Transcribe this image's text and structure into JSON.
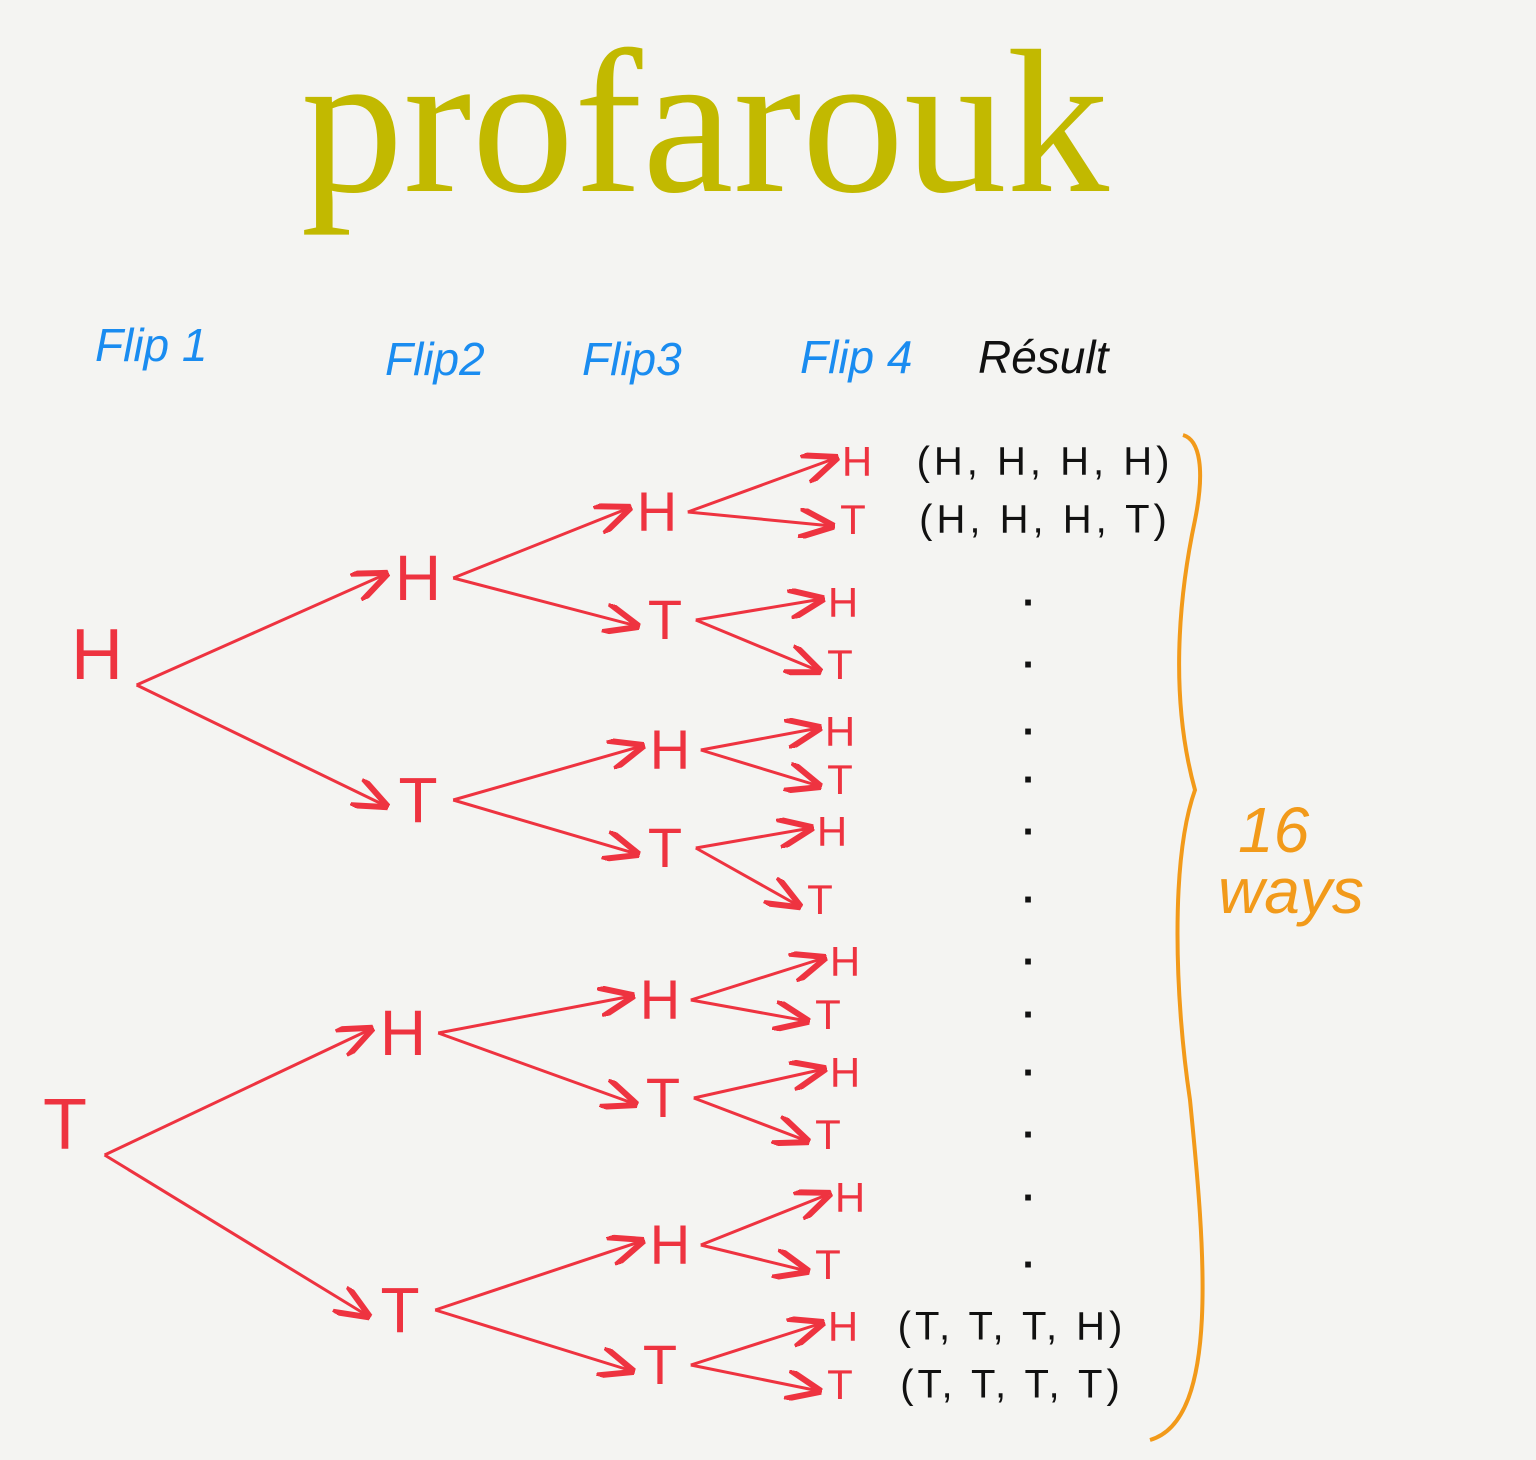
{
  "title": "profarouk",
  "headers": {
    "flip1": "Flip 1",
    "flip2": "Flip2",
    "flip3": "Flip3",
    "flip4": "Flip 4",
    "result": "Résult"
  },
  "tree": {
    "flip1": [
      "H",
      "T"
    ],
    "flip2": [
      "H",
      "T",
      "H",
      "T"
    ],
    "flip3": [
      "H",
      "T",
      "H",
      "T",
      "H",
      "T",
      "H",
      "T"
    ],
    "flip4": [
      "H",
      "T",
      "H",
      "T",
      "H",
      "T",
      "H",
      "T",
      "H",
      "T",
      "H",
      "T",
      "H",
      "T",
      "H",
      "T"
    ]
  },
  "results": [
    "(H, H, H, H)",
    "(H, H, H, T)",
    ".",
    ".",
    ".",
    ".",
    ".",
    ".",
    ".",
    ".",
    ".",
    ".",
    ".",
    ".",
    "(T, T, T, H)",
    "(T, T, T, T)"
  ],
  "total": {
    "count": "16",
    "unit": "ways"
  },
  "colors": {
    "title": "#c2b900",
    "headers": "#1a8cf0",
    "tree": "#ee3340",
    "brace": "#f29a1a",
    "result": "#111111"
  }
}
